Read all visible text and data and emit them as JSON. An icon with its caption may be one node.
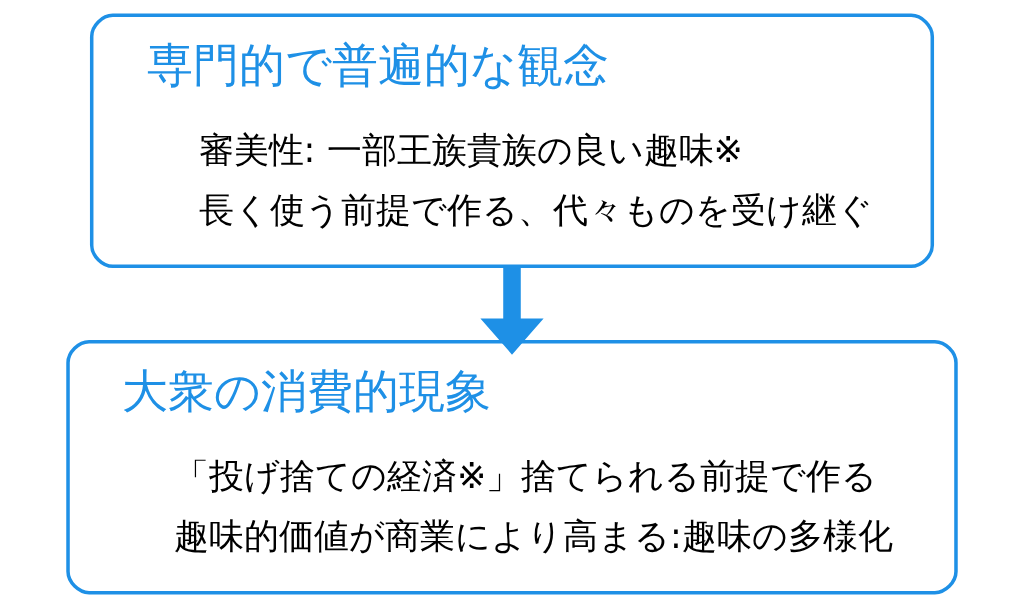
{
  "diagram": {
    "nodes": [
      {
        "text": [
          "専門的で普遍的な観念",
          "審美性: 一部王族貴族の良い趣味※",
          "長く使う前提で作る、代々ものを受け継ぐ"
        ]
      },
      {
        "text": [
          "大衆の消費的現象",
          "「投げ捨ての経済※」捨てられる前提で作る",
          "趣味的価値が商業により高まる:趣味の多様化"
        ]
      }
    ],
    "edges": [
      {
        "from": 0,
        "to": 1,
        "arrow": "to"
      }
    ]
  }
}
